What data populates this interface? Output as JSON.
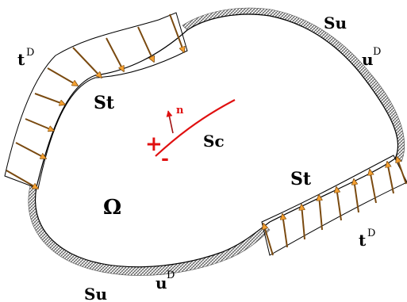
{
  "diagram": {
    "labels": {
      "domain": "Ω",
      "traction_boundary": "St",
      "traction_boundary_2": "St",
      "crack": "Sc",
      "displacement_boundary_top": "Su",
      "displacement_boundary_bottom": "Su",
      "traction_symbol_left": "t",
      "traction_symbol_right": "t",
      "displacement_symbol_top": "u",
      "displacement_symbol_bottom": "u",
      "superscript": "D",
      "normal": "n",
      "plus": "+",
      "minus": "-"
    },
    "colors": {
      "arrow_fill": "#f5a030",
      "arrow_stroke": "#7a4a10",
      "crack": "#e01010",
      "hatch": "#444444",
      "outline": "#000000"
    }
  }
}
